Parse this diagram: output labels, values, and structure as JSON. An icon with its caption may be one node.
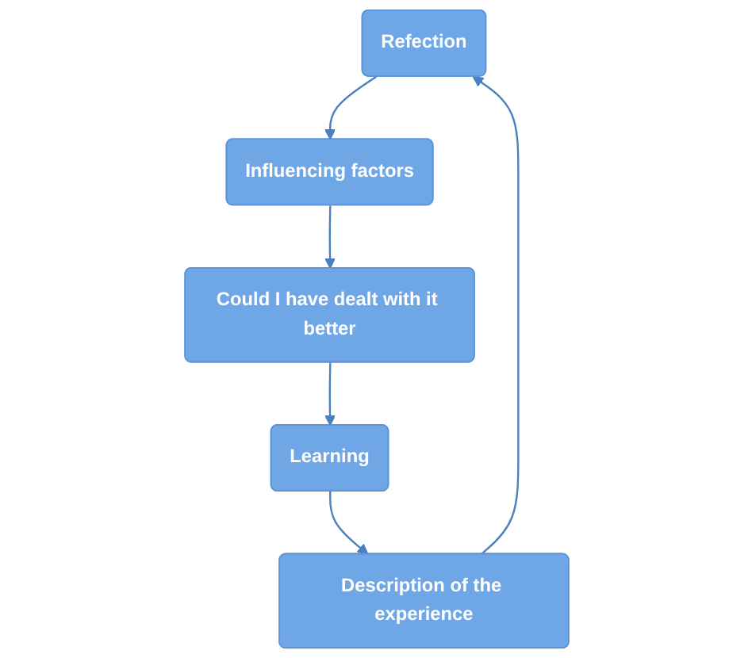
{
  "diagram": {
    "nodes": [
      {
        "text": [
          "Refection"
        ]
      },
      {
        "text": [
          "Influencing factors"
        ]
      },
      {
        "text": [
          "Could I have dealt with it better"
        ]
      },
      {
        "text": [
          "Learning"
        ]
      },
      {
        "text": [
          "Description of the experience"
        ]
      }
    ],
    "edges": [
      {
        "from": 0,
        "to": 1,
        "arrow": "to"
      },
      {
        "from": 1,
        "to": 2,
        "arrow": "to"
      },
      {
        "from": 2,
        "to": 3,
        "arrow": "to"
      },
      {
        "from": 3,
        "to": 4,
        "arrow": "to"
      },
      {
        "from": 4,
        "to": 0,
        "arrow": "to"
      }
    ]
  }
}
